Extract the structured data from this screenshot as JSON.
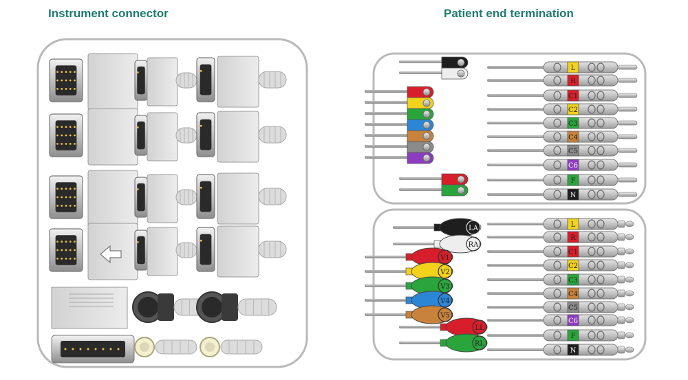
{
  "headings": {
    "instrument": "Instrument connector",
    "patient": "Patient end termination"
  },
  "colors": {
    "heading": "#1f7a6f",
    "frame": "#b9b9b9",
    "cable": "#9a9a9a",
    "plug": "#c8c8c8",
    "black": "#1e1e1e",
    "white": "#eeeeee",
    "red": "#d81e2a",
    "yellow": "#f2d21a",
    "green": "#2aa53c",
    "blue": "#2c86d6",
    "brown": "#c8823a",
    "grey": "#8a8a8a",
    "purple": "#8c3cc0"
  },
  "panels": {
    "snaps": {
      "leads_top": [
        {
          "color": "black"
        },
        {
          "color": "white"
        }
      ],
      "leads_chest": [
        {
          "color": "red"
        },
        {
          "color": "yellow"
        },
        {
          "color": "green"
        },
        {
          "color": "blue"
        },
        {
          "color": "brown"
        },
        {
          "color": "grey"
        },
        {
          "color": "purple"
        }
      ],
      "leads_bottom": [
        {
          "color": "red"
        },
        {
          "color": "green"
        }
      ],
      "pins": [
        {
          "label": "L",
          "color": "yellow"
        },
        {
          "label": "R",
          "color": "red"
        },
        {
          "label": "C1",
          "color": "red"
        },
        {
          "label": "C2",
          "color": "yellow"
        },
        {
          "label": "C3",
          "color": "green"
        },
        {
          "label": "C4",
          "color": "brown"
        },
        {
          "label": "C5",
          "color": "grey"
        },
        {
          "label": "C6",
          "color": "purple"
        },
        {
          "label": "F",
          "color": "green"
        },
        {
          "label": "N",
          "color": "black"
        }
      ]
    },
    "electrodes": {
      "clips": [
        {
          "label": "LA",
          "color": "black"
        },
        {
          "label": "RA",
          "color": "white"
        },
        {
          "label": "V1",
          "color": "red"
        },
        {
          "label": "V2",
          "color": "yellow"
        },
        {
          "label": "V3",
          "color": "green"
        },
        {
          "label": "V4",
          "color": "blue"
        },
        {
          "label": "V5",
          "color": "brown"
        },
        {
          "label": "LL",
          "color": "red"
        },
        {
          "label": "RL",
          "color": "green"
        }
      ],
      "pins": [
        {
          "label": "L",
          "color": "yellow"
        },
        {
          "label": "R",
          "color": "red"
        },
        {
          "label": "C1",
          "color": "red"
        },
        {
          "label": "C2",
          "color": "yellow"
        },
        {
          "label": "C3",
          "color": "green"
        },
        {
          "label": "C4",
          "color": "brown"
        },
        {
          "label": "C5",
          "color": "grey"
        },
        {
          "label": "C6",
          "color": "purple"
        },
        {
          "label": "F",
          "color": "green"
        },
        {
          "label": "N",
          "color": "black"
        }
      ]
    }
  }
}
